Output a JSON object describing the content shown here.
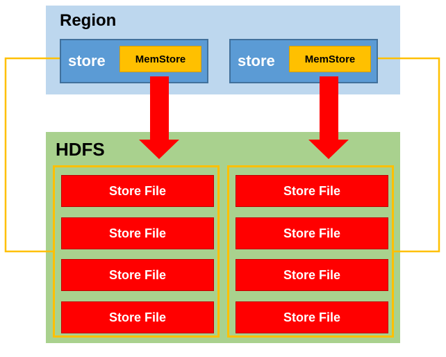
{
  "region": {
    "title": "Region",
    "stores": [
      {
        "label": "store",
        "memstore": "MemStore"
      },
      {
        "label": "store",
        "memstore": "MemStore"
      }
    ]
  },
  "hdfs": {
    "title": "HDFS",
    "groups": [
      {
        "files": [
          "Store File",
          "Store File",
          "Store File",
          "Store File"
        ]
      },
      {
        "files": [
          "Store File",
          "Store File",
          "Store File",
          "Store File"
        ]
      }
    ]
  },
  "colors": {
    "region_bg": "#bdd7ee",
    "store_bg": "#5b9bd5",
    "memstore_bg": "#ffc000",
    "hdfs_bg": "#a9d18e",
    "storefile_bg": "#ff0000",
    "arrow": "#ff0000",
    "connector": "#ffc000"
  }
}
